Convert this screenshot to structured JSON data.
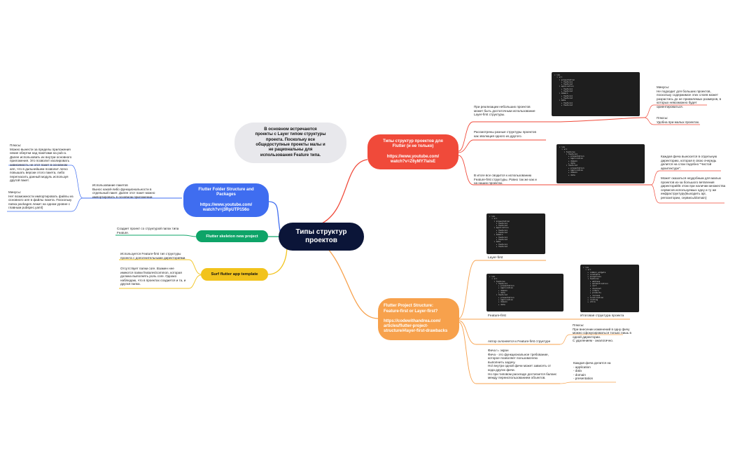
{
  "center": {
    "title": "Типы структур\nпроектов"
  },
  "intro": {
    "text": "В основном встречаются\nпроекты с Layer типом структуры\nпроекта. Поскольку все\nобщедоступные проекты малы и\nне рациональны для\nиспользования Feature типа."
  },
  "branches": {
    "red": "Типы структур проектов для\nFlutter (и не только)\n\nhttps://www.youtube.com/\nwatch?v=Z6yMY7IalsE",
    "orange": "Flutter Project Structure:\nFeature-first or Layer-first?\n\nhttps://codewithandrea.com/\narticles/flutter-project-\nstructure/#layer-first-drawbacks",
    "blue": "Flutter Folder Structure and\nPackages\n\nhttps://www.youtube.com/\nwatch?v=j3RpUTP156o",
    "green": "Flutter skeleton new project",
    "yellow": "Surf flutter app template"
  },
  "red_notes": {
    "n1": "При реализации небольших проектов\nможет быть достаточным использование\nLayer-first структуры.",
    "n2": "Рассмотрены разные структуры проектов\nкак эволюция одного из другого.",
    "n3": "В итоге все сводится к использованию\nFeature-first структуры. Ровно так же как и\nна наших проектах.",
    "minus1": "Минусы:\nНе подходит для больших проектов,\nпоскольку содержимое этих слоев может\nразрастись до не приемлемых размеров, в\nкоторых невозможно будет\nориентироваться.",
    "plus1": "Плюсы:\nУдобна при малых проектах.",
    "feat1": "Каждая фича выносится в отдельную\nдиректорию, которая в свою очередь\nделится на слои подобно \"Чистой\nархитектуре\".",
    "feat2": "Может оказаться неудобным для малых\nпроектов из-за большого ветвления\nдиректорий/в этом при наличии множества\nсервисов используемых одну и ту же\nинфраструктуру(выходить api,\nрепозитории, сервисы/domain)"
  },
  "orange_notes": {
    "layer_caption": "Layer-first",
    "feature_caption": "Feature-first",
    "final_caption": "Итоговая структура проекта",
    "author": "Автор склоняется к Feature-first структуре",
    "pluses": "Плюсы:\nПри внесении изменений в одну фичу\nможно сфокусироваться только лишь в\nодной директории.\nС удалением - аналогично.",
    "feature_def": "Фича != экран\nФича - это функциональное требование,\nкоторое позволяет пользователю\nвыполнить задачу.\nНо\\ внутри одной фичи может зависеть от\nкода других фичи.\nНо при типовом раскладе достигается баланс\nмежду переиспользованием объектов.",
    "layers_list": "Каждая фича делится на\n- application\n- data\n- domain\n- presentation"
  },
  "blue_notes": {
    "pluses": "Плюсы:\nМожно вынести за пределы приложения\nнекие обертки над пакетами на pub-a.\nДалее использовать их внутри основного\nприложения. Это позволит изолировать\nзависимость не этот пакет в основном\nапп, что в дальнейшем позволит легко\nповышать версии этого пакета, либо\nперегнасить данный модуль используя\nдругой пакет.",
    "minuses": "Минусы:\nНет возможности импортировать файлы из\nосновного апп в файлы пакета. Поскольку\nпапка packages лежит на одном уровне с\nглавным pubspec.yaml)",
    "packages": "Использование пакетов\nВынос какой-либо функциональности в\nотдельный пакет. Далее этот пакет можно\nимпортировать в основном приложении"
  },
  "green_notes": {
    "n1": "Создает проект со структурой папок типа\nFeature."
  },
  "yellow_notes": {
    "n1": "Используется Feature-first тип структуры\nпроекта с дополнительными директориями.",
    "n2": "Отсутствует папки core. Взамен нее\nимеются папки features/common, которая\nдолжна выполнять роль core. Однако\nнаблюдаю, что в проектах создается и та, и\nдругая папка."
  },
  "code": {
    "red_top": "▾ lib\n  ▾ src\n    ▾ presentation\n      ▸ feature1\n      ▸ feature2\n    ▾ application\n      ▸ feature1\n      ▸ feature2\n    ▾ domain\n      ▸ feature1\n      ▸ feature2\n    ▾ data\n      ▸ feature1\n      ▸ feature2",
    "red_mid": "▾ lib\n  ▾ src\n    ▾ features\n      ▾ feature1\n        ▸ presentation\n        ▸ application\n        ▸ domain\n        ▸ data\n      ▾ feature2\n        ▸ presentation\n        ▸ application\n        ▸ domain\n        ▸ data",
    "layer": "▾ lib\n  ▾ src\n    ▾ presentation\n      ▸ feature1\n      ▸ feature2\n    ▾ application\n      ▸ feature1\n      ▸ feature2\n    ▾ domain\n      ▸ feature1\n      ▸ feature2\n    ▾ data\n      ▸ feature1\n      ▸ feature2",
    "feature": "▾ lib\n  ▾ src\n    ▾ features\n      ▾ feature1\n        ▸ presentation\n        ▸ application\n        ▸ domain\n        ▸ data\n      ▾ feature2\n        ▸ presentation\n        ▸ application\n        ▸ domain\n        ▸ data",
    "final": "▾ lib\n  ▾ src\n    ▸ common_widgets\n    ▸ constants\n    ▸ exceptions\n    ▾ features\n      ▸ address\n      ▸ authentication\n      ▸ cart\n      ▸ checkout\n      ▸ orders\n      ▸ products\n      ▸ reviews\n    ▸ localization\n    ▸ routing\n    ▸ utils"
  },
  "colors": {
    "center": "#0b1538",
    "red": "#f04a3a",
    "orange": "#f7a14c",
    "blue": "#3f6df0",
    "green": "#0ea468",
    "yellow": "#f2c31c",
    "intro": "#e8e8ec"
  }
}
